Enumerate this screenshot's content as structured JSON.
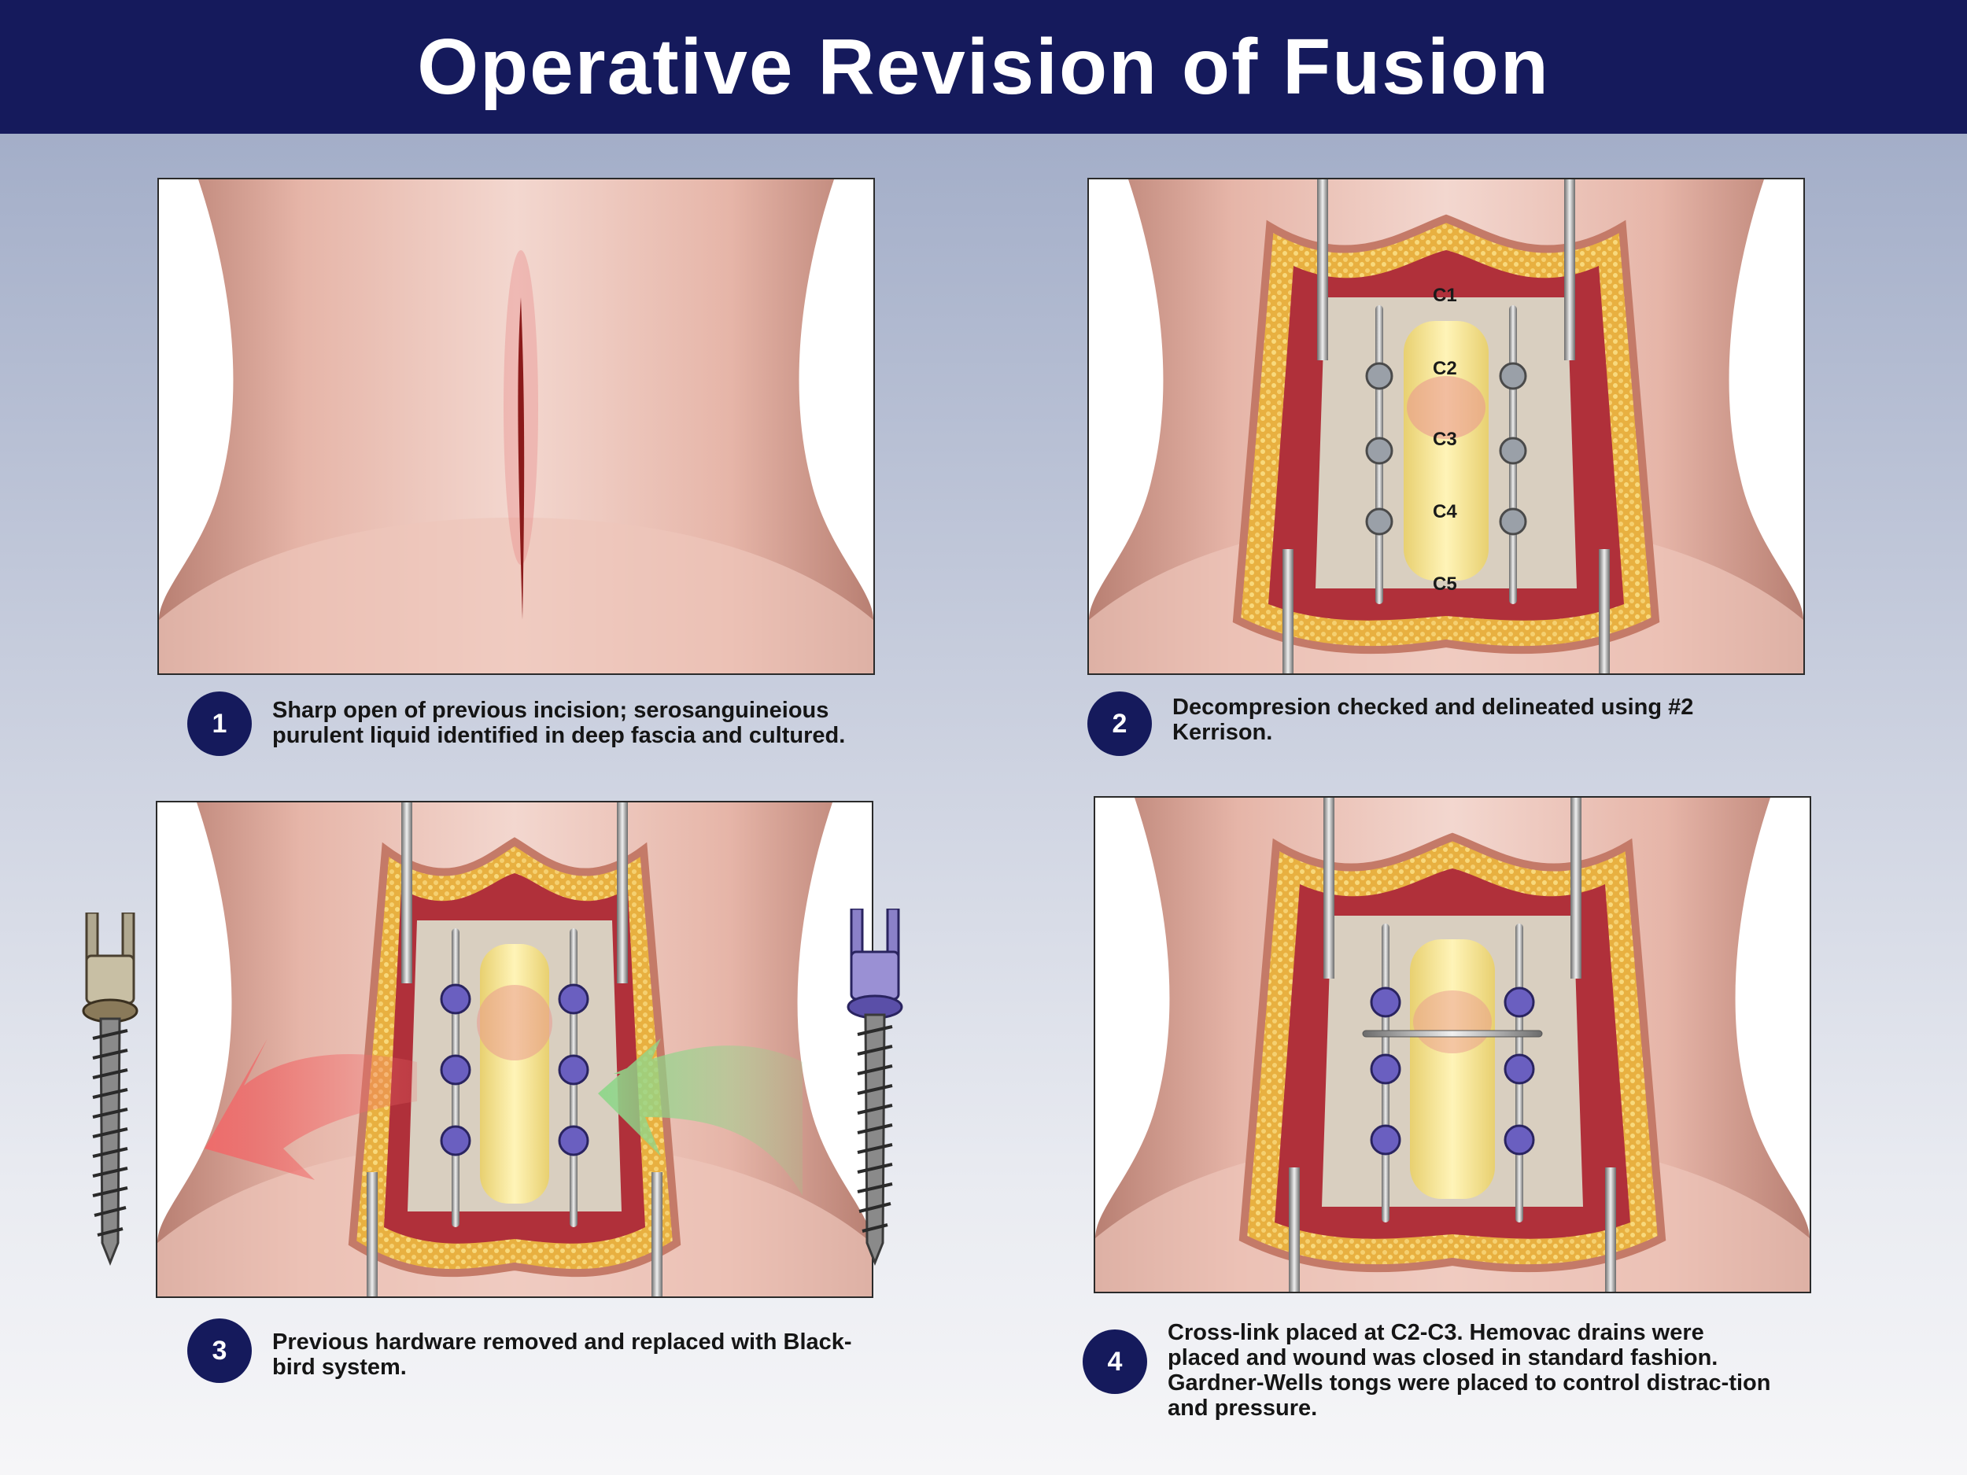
{
  "title": "Operative Revision of Fusion",
  "steps": [
    {
      "number": "1",
      "text": "Sharp open of previous incision; serosanguineious purulent liquid identified in deep fascia and cultured."
    },
    {
      "number": "2",
      "text": "Decompresion checked and delineated using #2 Kerrison."
    },
    {
      "number": "3",
      "text": "Previous hardware removed and replaced with Black-bird system."
    },
    {
      "number": "4",
      "text": "Cross-link placed at C2-C3. Hemovac drains were placed and wound was closed in standard fashion. Gardner-Wells tongs were placed to control distrac-tion and pressure."
    }
  ],
  "vertebra_labels": [
    "C1",
    "C2",
    "C3",
    "C4",
    "C5"
  ],
  "colors": {
    "banner": "#151a5c",
    "badge": "#151a5c",
    "skin": "#e8b6a8",
    "new_hardware": "#5a4fa8",
    "old_hardware": "#8a7a5a",
    "remove_arrow": "#f06a6a",
    "insert_arrow": "#8fd68a"
  }
}
